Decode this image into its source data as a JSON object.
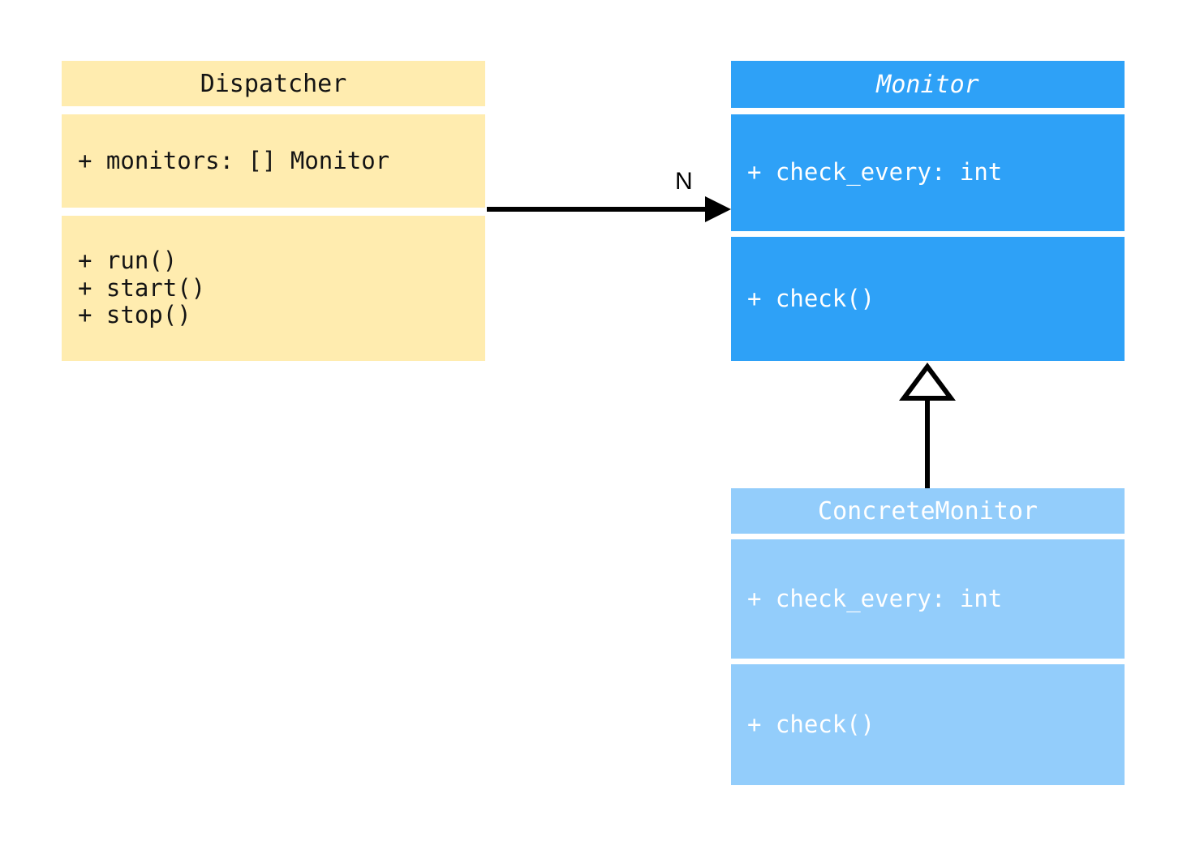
{
  "diagram": {
    "type": "uml-class-diagram",
    "background_color": "#ffffff",
    "classes": [
      {
        "id": "dispatcher",
        "name": "Dispatcher",
        "abstract": false,
        "fill_color": "#ffecaf",
        "text_color": "#141414",
        "attributes": [
          "+ monitors: [] Monitor"
        ],
        "methods": [
          "+ run()",
          "+ start()",
          "+ stop()"
        ]
      },
      {
        "id": "monitor",
        "name": "Monitor",
        "abstract": true,
        "fill_color": "#2ea1f7",
        "text_color": "#ffffff",
        "attributes": [
          "+ check_every: int"
        ],
        "methods": [
          "+ check()"
        ]
      },
      {
        "id": "concrete_monitor",
        "name": "ConcreteMonitor",
        "abstract": false,
        "fill_color": "#93cdfb",
        "text_color": "#ffffff",
        "attributes": [
          "+ check_every: int"
        ],
        "methods": [
          "+ check()"
        ]
      }
    ],
    "relations": [
      {
        "id": "dispatcher-to-monitor",
        "kind": "association",
        "from": "Dispatcher",
        "to": "Monitor",
        "label": "N",
        "arrowhead": "filled-triangle",
        "line_color": "#000000"
      },
      {
        "id": "concrete-to-monitor",
        "kind": "generalization",
        "from": "ConcreteMonitor",
        "to": "Monitor",
        "label": "",
        "arrowhead": "hollow-triangle",
        "line_color": "#000000"
      }
    ]
  }
}
